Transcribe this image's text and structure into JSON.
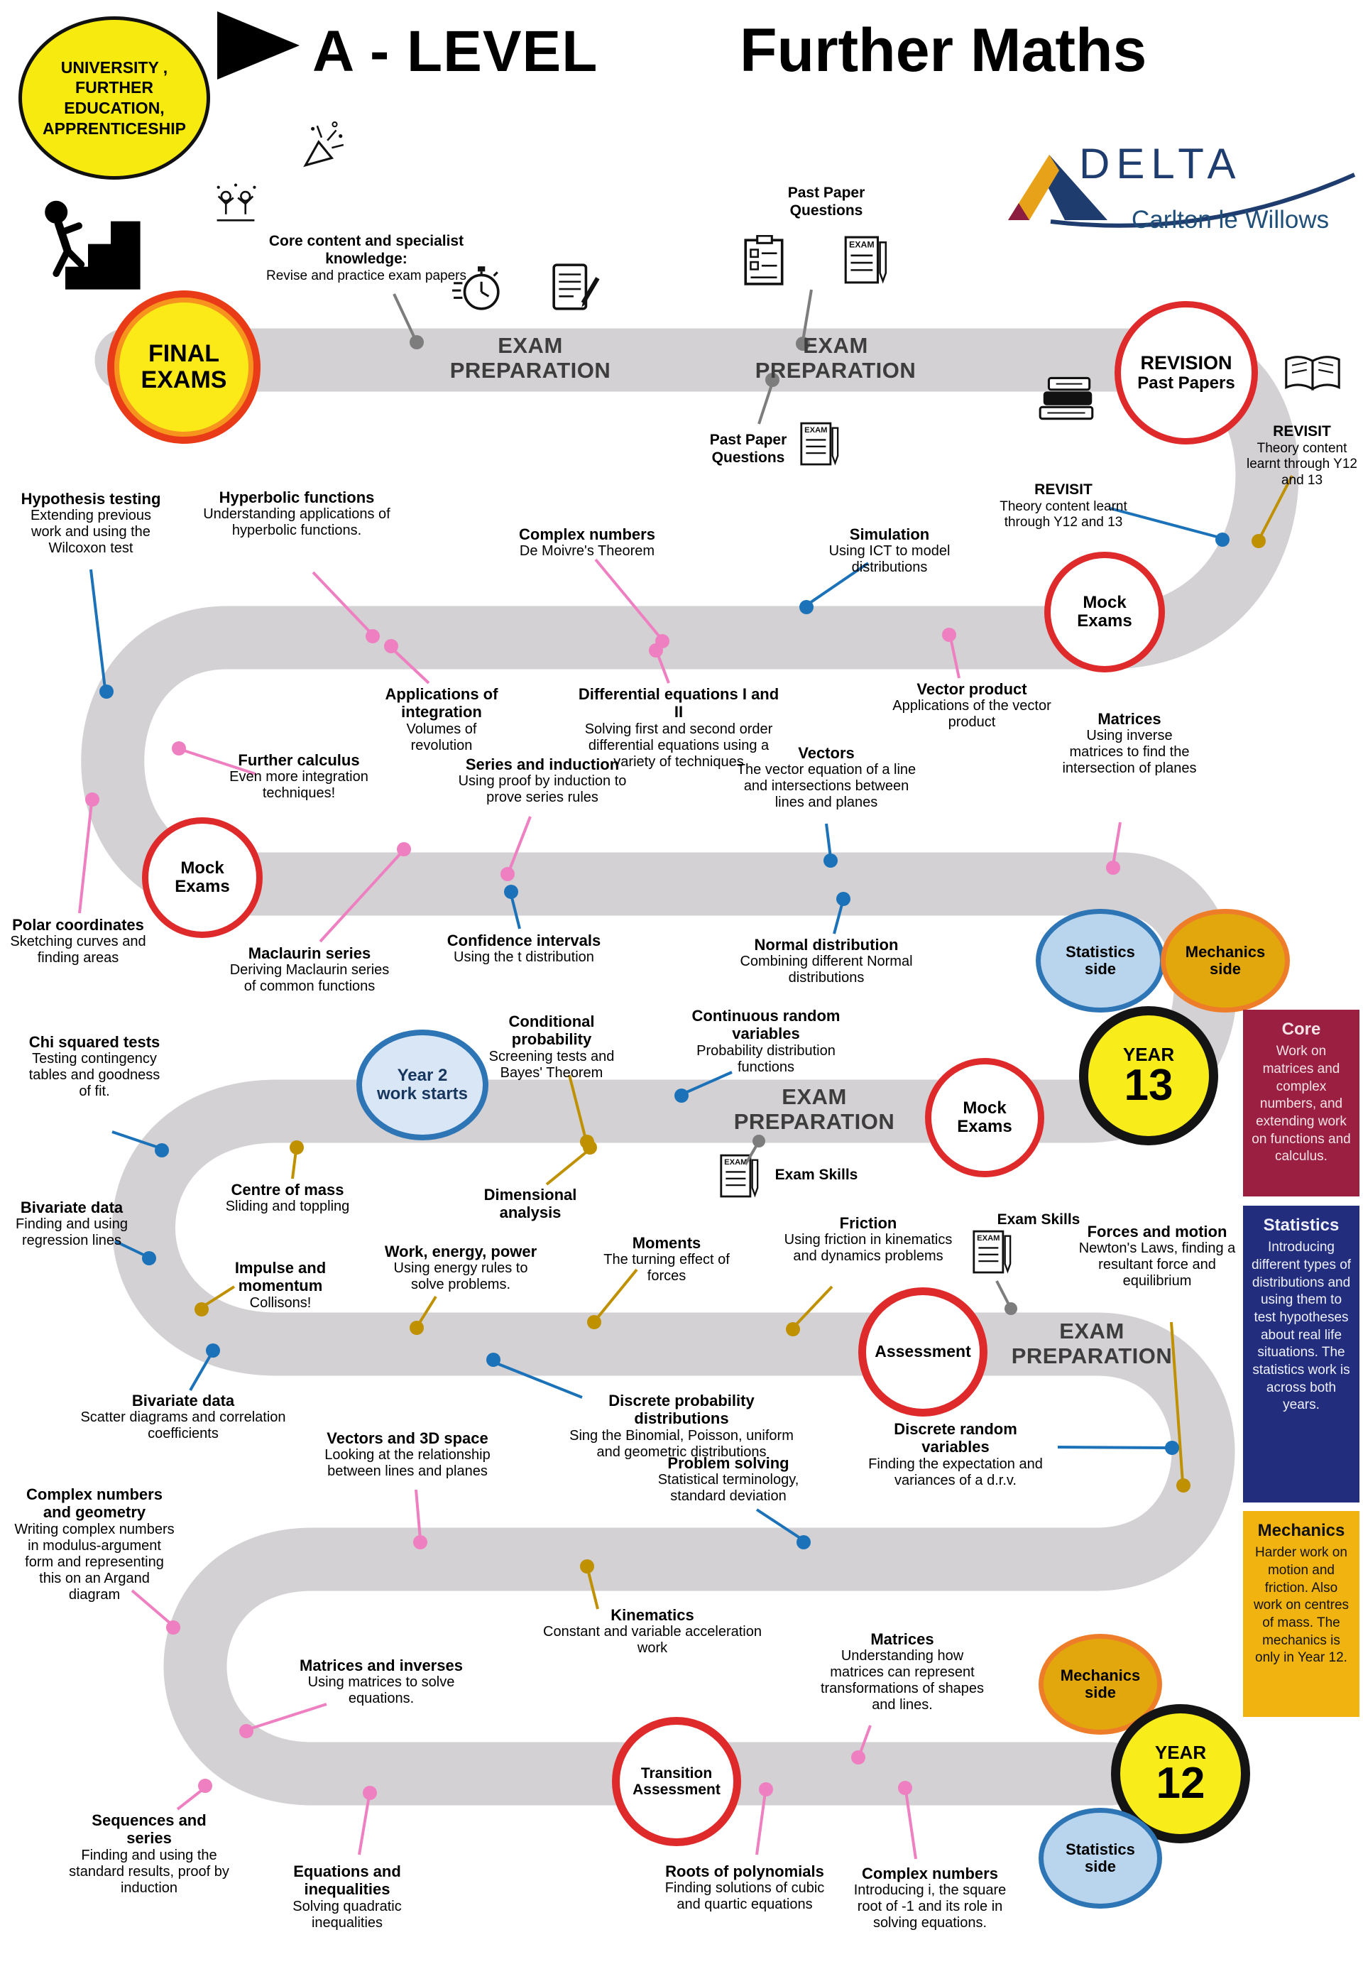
{
  "header": {
    "bubble": {
      "line1": "UNIVERSITY ,",
      "line2": "FURTHER",
      "line3": "EDUCATION,",
      "line4": "APPRENTICESHIP"
    },
    "title_left": "A - LEVEL",
    "title_right": "Further Maths",
    "logo": {
      "name": "DELTA",
      "tagline": "Carlton le Willows"
    }
  },
  "colors": {
    "road": "#d3d1d3",
    "pink": "#ee7fc1",
    "blue": "#1b72b8",
    "gold": "#bf9000",
    "gray": "#7d7d7d",
    "red_ring": "#df2a2b",
    "yellow": "#f8ec1a"
  },
  "labels": {
    "exam_preparation": {
      "line1": "EXAM",
      "line2": "PREPARATION"
    },
    "past_paper_questions": {
      "line1": "Past Paper",
      "line2": "Questions"
    },
    "revisit": {
      "title": "REVISIT",
      "desc": "Theory content learnt through Y12 and 13"
    },
    "exam_skills": "Exam Skills",
    "core_content": {
      "title": "Core content and specialist knowledge:",
      "desc": "Revise and practice exam papers"
    },
    "exam_icon_text": "EXAM"
  },
  "badges": {
    "final_exams": {
      "line1": "FINAL",
      "line2": "EXAMS"
    },
    "revision": {
      "line1": "REVISION",
      "line2": "Past Papers"
    },
    "mock_exams": {
      "line1": "Mock",
      "line2": "Exams"
    },
    "statistics_side": {
      "line1": "Statistics",
      "line2": "side"
    },
    "mechanics_side": {
      "line1": "Mechanics",
      "line2": "side"
    },
    "year13": {
      "word": "YEAR",
      "num": "13"
    },
    "year12": {
      "word": "YEAR",
      "num": "12"
    },
    "year2": {
      "line1": "Year 2",
      "line2": "work starts"
    },
    "assessment": {
      "line1": "Assessment"
    },
    "transition": {
      "line1": "Transition",
      "line2": "Assessment"
    }
  },
  "topics": {
    "hypothesis_testing": {
      "title": "Hypothesis testing",
      "desc": "Extending previous work and using the Wilcoxon test"
    },
    "hyperbolic_functions": {
      "title": "Hyperbolic functions",
      "desc": "Understanding applications of hyperbolic functions."
    },
    "complex_numbers_13": {
      "title": "Complex numbers",
      "desc": "De Moivre's Theorem"
    },
    "simulation": {
      "title": "Simulation",
      "desc": "Using ICT to model distributions"
    },
    "applications_integration": {
      "title": "Applications of integration",
      "desc": "Volumes of revolution"
    },
    "differential_equations": {
      "title": "Differential equations I and II",
      "desc": "Solving first and second order differential equations using a variety of techniques"
    },
    "vector_product": {
      "title": "Vector product",
      "desc": "Applications of the vector product"
    },
    "matrices_13": {
      "title": "Matrices",
      "desc": "Using inverse matrices to find the intersection of planes"
    },
    "further_calculus": {
      "title": "Further calculus",
      "desc": "Even more integration techniques!"
    },
    "series_induction": {
      "title": "Series and induction",
      "desc": "Using proof by induction to prove series rules"
    },
    "vectors_13": {
      "title": "Vectors",
      "desc": "The vector equation of a line and intersections between lines and planes"
    },
    "polar_coordinates": {
      "title": "Polar coordinates",
      "desc": "Sketching curves and finding areas"
    },
    "maclaurin_series": {
      "title": "Maclaurin series",
      "desc": "Deriving Maclaurin series of common functions"
    },
    "confidence_intervals": {
      "title": "Confidence intervals",
      "desc": "Using the t distribution"
    },
    "normal_distribution": {
      "title": "Normal distribution",
      "desc": "Combining different Normal distributions"
    },
    "chi_squared": {
      "title": "Chi squared tests",
      "desc": "Testing contingency tables and goodness of fit."
    },
    "centre_of_mass": {
      "title": "Centre of mass",
      "desc": "Sliding and toppling"
    },
    "conditional_probability": {
      "title": "Conditional probability",
      "desc": "Screening tests and Bayes' Theorem"
    },
    "dimensional_analysis": {
      "title": "Dimensional analysis",
      "desc": ""
    },
    "continuous_random": {
      "title": "Continuous random variables",
      "desc": "Probability distribution functions"
    },
    "bivariate_regression": {
      "title": "Bivariate data",
      "desc": "Finding and using regression lines"
    },
    "impulse_momentum": {
      "title": "Impulse and momentum",
      "desc": "Collisons!"
    },
    "work_energy": {
      "title": "Work, energy, power",
      "desc": "Using energy rules to solve problems."
    },
    "moments": {
      "title": "Moments",
      "desc": "The turning effect of forces"
    },
    "friction": {
      "title": "Friction",
      "desc": "Using friction in kinematics and dynamics problems"
    },
    "forces_motion": {
      "title": "Forces and motion",
      "desc": "Newton's Laws, finding a resultant force and equilibrium"
    },
    "bivariate_scatter": {
      "title": "Bivariate data",
      "desc": "Scatter diagrams and correlation coefficients"
    },
    "discrete_prob": {
      "title": "Discrete probability distributions",
      "desc": "Sing the Binomial, Poisson, uniform and geometric distributions"
    },
    "discrete_random": {
      "title": "Discrete random variables",
      "desc": "Finding the expectation and variances of a d.r.v."
    },
    "vectors_3d": {
      "title": "Vectors and 3D space",
      "desc": "Looking at the relationship between lines and planes"
    },
    "problem_solving": {
      "title": "Problem solving",
      "desc": "Statistical terminology, standard deviation"
    },
    "complex_geometry": {
      "title": "Complex numbers and geometry",
      "desc": "Writing complex numbers in modulus-argument form and representing this on an Argand diagram"
    },
    "kinematics": {
      "title": "Kinematics",
      "desc": "Constant and variable acceleration work"
    },
    "matrices_12": {
      "title": "Matrices",
      "desc": "Understanding how matrices can represent transformations of shapes and lines."
    },
    "matrices_inverses": {
      "title": "Matrices and inverses",
      "desc": "Using matrices to solve equations."
    },
    "sequences_series": {
      "title": "Sequences and series",
      "desc": "Finding and using the standard results, proof by induction"
    },
    "equations_inequalities": {
      "title": "Equations and inequalities",
      "desc": "Solving quadratic inequalities"
    },
    "roots_polynomials": {
      "title": "Roots of polynomials",
      "desc": "Finding solutions of cubic and quartic equations"
    },
    "complex_numbers_12": {
      "title": "Complex numbers",
      "desc": "Introducing i, the square root of -1 and its role in solving equations."
    }
  },
  "sidebar": {
    "core": {
      "title": "Core",
      "text": "Work on matrices and complex numbers, and extending work on functions and calculus."
    },
    "statistics": {
      "title": "Statistics",
      "text": "Introducing different types of distributions and using them to test hypotheses about real life situations. The statistics work is across both years."
    },
    "mechanics": {
      "title": "Mechanics",
      "text": "Harder work on motion and friction. Also work on centres of mass. The mechanics is only in Year 12."
    }
  }
}
